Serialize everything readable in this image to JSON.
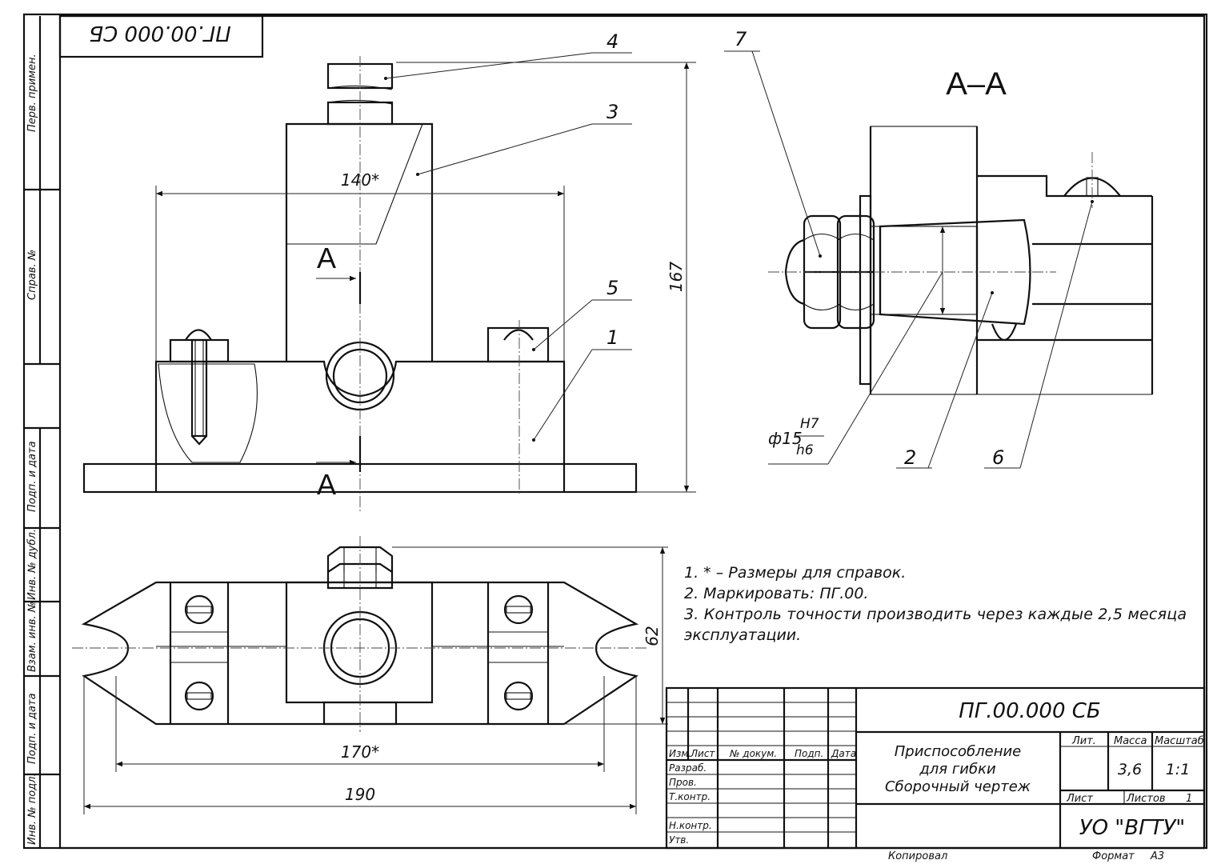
{
  "stamp_top": "ПГ.00.000 СБ",
  "side_strip": {
    "perv_primen": "Перв. примен.",
    "sprav_no": "Справ. №",
    "podp_data_1": "Подп. и дата",
    "inv_dubl": "Инв. № дубл.",
    "vzam_inv": "Взам. инв. №",
    "podp_data_2": "Подп. и дата",
    "inv_podl": "Инв. № подл."
  },
  "callouts": {
    "c1": "1",
    "c2": "2",
    "c3": "3",
    "c4": "4",
    "c5": "5",
    "c6": "6",
    "c7": "7"
  },
  "dims": {
    "d140": "140*",
    "d167": "167",
    "d62": "62",
    "d170": "170*",
    "d190": "190",
    "dia": "ф15",
    "fit_hole": "H7",
    "fit_shaft": "h6"
  },
  "section": {
    "title": "А–А",
    "mark_top": "А",
    "mark_bottom": "А"
  },
  "notes": [
    "1.  * – Размеры для справок.",
    "2.  Маркировать: ПГ.00.",
    "3.  Контроль  точности  производить  через  каждые  2,5  месяца",
    "эксплуатации."
  ],
  "title_block": {
    "designation": "ПГ.00.000 СБ",
    "name_line1": "Приспособление",
    "name_line2": "для гибки",
    "name_line3": "Сборочный чертеж",
    "col_izm": "Изм.",
    "col_list": "Лист",
    "col_ndoc": "№ докум.",
    "col_podp": "Подп.",
    "col_data": "Дата",
    "razrab": "Разраб.",
    "prov": "Пров.",
    "tkontr": "Т.контр.",
    "nkontr": "Н.контр.",
    "utv": "Утв.",
    "lit": "Лит.",
    "massa": "Масса",
    "masshtab": "Масштаб",
    "massa_val": "3,6",
    "masshtab_val": "1:1",
    "list": "Лист",
    "listov": "Листов",
    "listov_val": "1",
    "org": "УО \"ВГТУ\"",
    "kopiroval": "Копировал",
    "format": "Формат",
    "format_val": "А3"
  }
}
